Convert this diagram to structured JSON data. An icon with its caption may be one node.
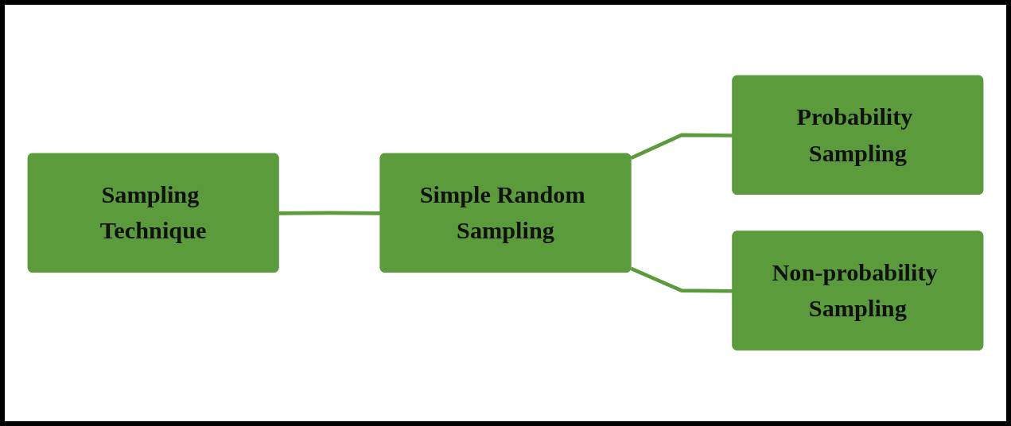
{
  "diagram": {
    "nodes": [
      {
        "text": [
          "Sampling Technique"
        ]
      },
      {
        "text": [
          "Simple Random Sampling"
        ]
      },
      {
        "text": [
          "Probability Sampling"
        ]
      },
      {
        "text": [
          "Non-probability Sampling"
        ]
      }
    ],
    "edges": [
      {
        "from": 0,
        "to": 1,
        "arrow": "none"
      },
      {
        "from": 1,
        "to": 2,
        "arrow": "none"
      },
      {
        "from": 1,
        "to": 3,
        "arrow": "none"
      }
    ]
  }
}
